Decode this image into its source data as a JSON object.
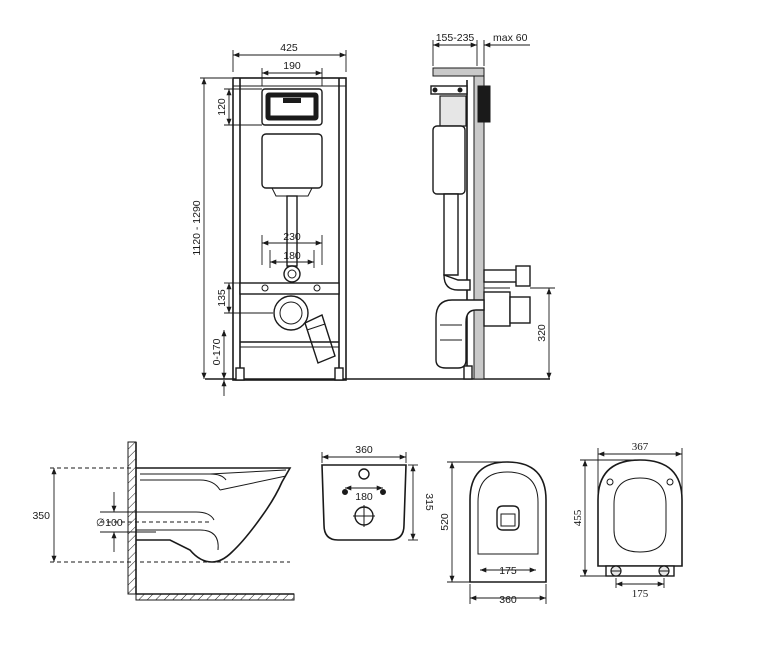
{
  "frame_front": {
    "width": "425",
    "panel_width": "190",
    "height_range": "1120 - 1290",
    "panel_offset": "120",
    "pipe_spacing_outer": "230",
    "pipe_spacing_inner": "180",
    "outlet_height": "135",
    "leg_adjust": "0-170"
  },
  "frame_side": {
    "depth_range": "155-235",
    "wall_max": "max 60",
    "outlet_height": "320"
  },
  "bowl_side": {
    "height": "350",
    "outlet_diameter": "∅100"
  },
  "bowl_back": {
    "width": "360",
    "bolt_spacing": "180",
    "height": "315"
  },
  "bowl_top": {
    "length": "520",
    "inner_width": "175",
    "width": "360"
  },
  "seat": {
    "width": "367",
    "length": "455",
    "hinge_spacing": "175"
  }
}
